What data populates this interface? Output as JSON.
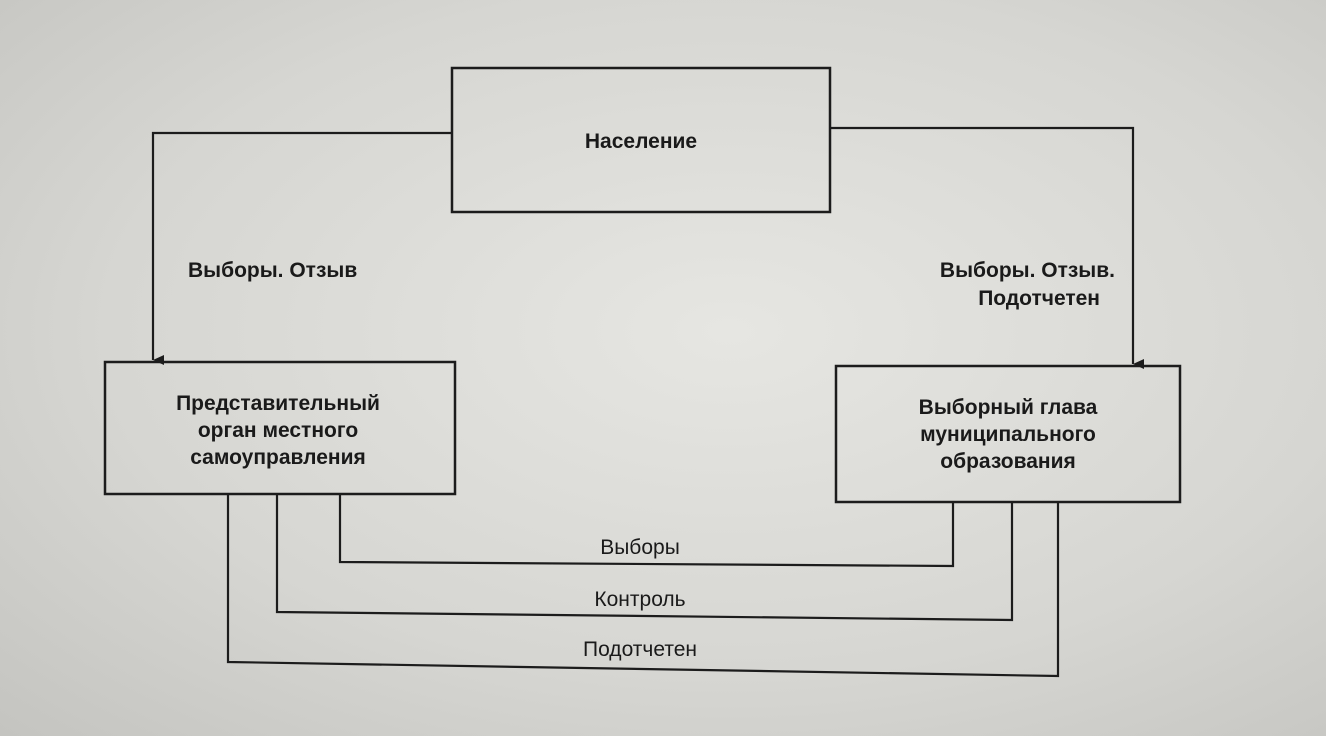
{
  "nodes": {
    "population": "Население",
    "representative_body": [
      "Представительный",
      "орган местного",
      "самоуправления"
    ],
    "elected_head": [
      "Выборный глава",
      "муниципального",
      "образования"
    ]
  },
  "edges": {
    "population_to_body": "Выборы. Отзыв",
    "population_to_head": [
      "Выборы. Отзыв.",
      "Подотчетен"
    ],
    "elections": "Выборы",
    "control": "Контроль",
    "accountable": "Подотчетен"
  }
}
